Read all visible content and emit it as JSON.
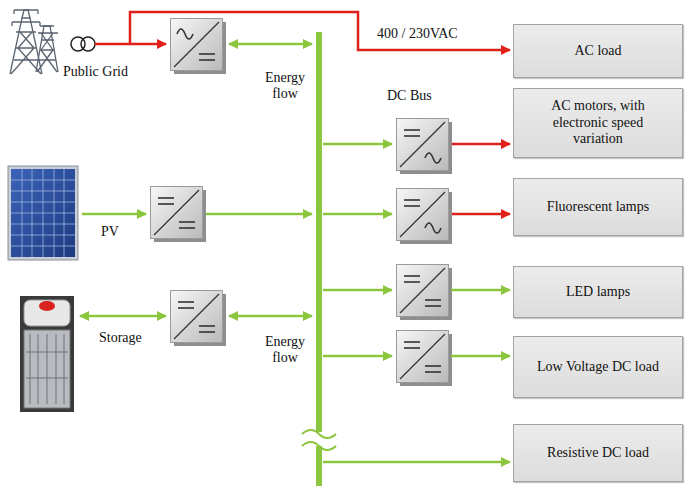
{
  "diagram": {
    "nodes": [
      {
        "text": [
          "AC load"
        ]
      },
      {
        "text": [
          "AC motors, with electronic speed variation"
        ]
      },
      {
        "text": [
          "Fluorescent lamps"
        ]
      },
      {
        "text": [
          "LED lamps"
        ]
      },
      {
        "text": [
          "Low Voltage DC load"
        ]
      },
      {
        "text": [
          "Resistive DC load"
        ]
      }
    ],
    "labels": [
      "Public Grid",
      "400 / 230VAC",
      "Energy flow",
      "DC Bus",
      "PV",
      "Storage",
      "Energy flow"
    ]
  }
}
